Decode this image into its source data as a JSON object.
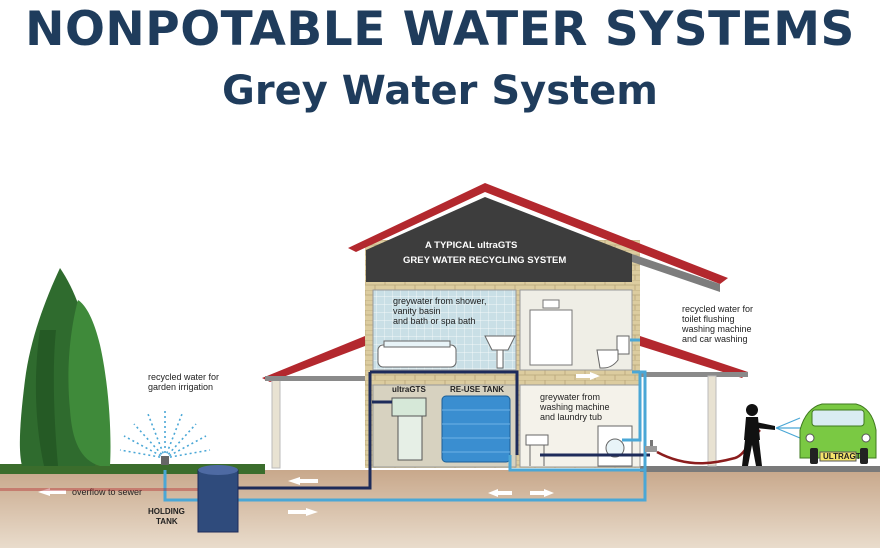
{
  "header": {
    "title": "NONPOTABLE WATER SYSTEMS",
    "subtitle": "Grey Water System"
  },
  "colors": {
    "title": "#1f3c5c",
    "roof": "#b3282e",
    "brick": "#d9c9a0",
    "pipe_blue": "#4aa7d6",
    "pipe_navy": "#1d2b5a",
    "ground": "#c9a88a",
    "grass": "#3b6d2c",
    "tank": "#3a8ed0",
    "car": "#7ac943"
  },
  "diagram": {
    "roof_label_1": "A TYPICAL ultraGTS",
    "roof_label_2": "GREY WATER RECYCLING SYSTEM",
    "shower_label_1": "greywater from shower,",
    "shower_label_2": "vanity basin",
    "shower_label_3": "and bath or spa bath",
    "toilet_label_1": "recycled water for",
    "toilet_label_2": "toilet flushing",
    "toilet_label_3": "washing machine",
    "toilet_label_4": "and car washing",
    "garden_label_1": "recycled water for",
    "garden_label_2": "garden irrigation",
    "ultragts_label": "ultraGTS",
    "reuse_label": "RE-USE TANK",
    "laundry_label_1": "greywater from",
    "laundry_label_2": "washing machine",
    "laundry_label_3": "and laundry tub",
    "overflow_label": "overflow to sewer",
    "holding_label_1": "HOLDING",
    "holding_label_2": "TANK",
    "plate_label": "ULTRAGTS"
  },
  "icons": [
    "tree-icon",
    "sprinkler-icon",
    "bathtub-icon",
    "basin-icon",
    "toilet-icon",
    "washing-machine-icon",
    "laundry-tub-icon",
    "person-icon",
    "car-icon",
    "hose-icon",
    "tap-icon"
  ]
}
